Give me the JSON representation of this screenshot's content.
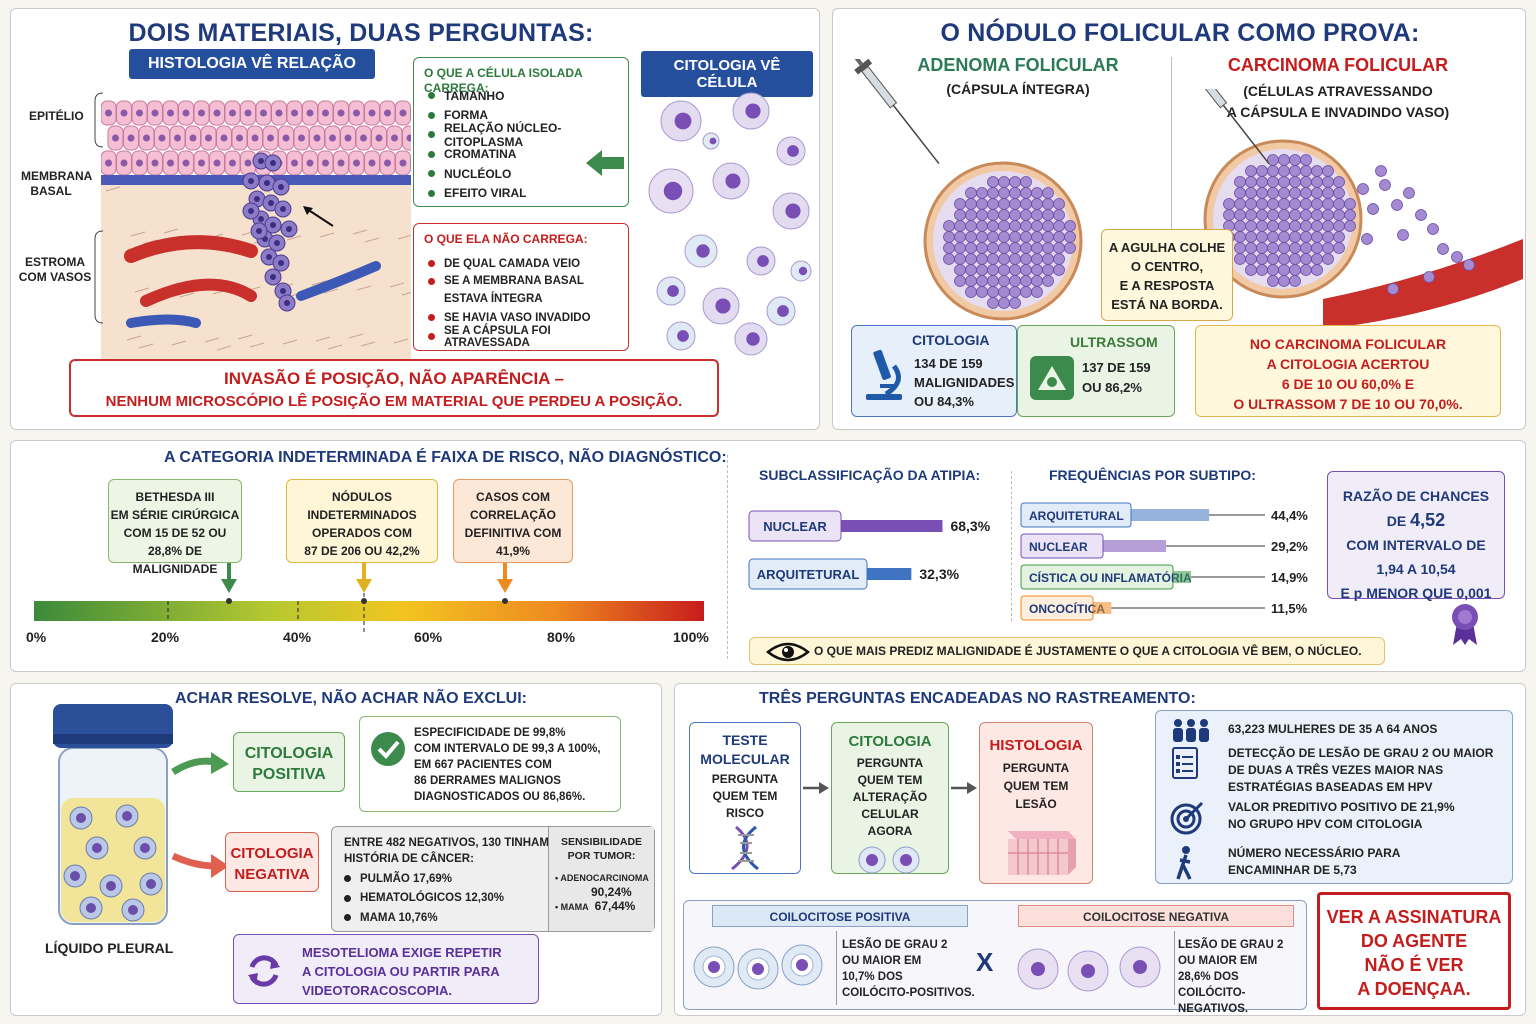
{
  "p1": {
    "title": "DOIS MATERIAIS, DUAS PERGUNTAS:",
    "histo_tag": "HISTOLOGIA VÊ RELAÇÃO",
    "cito_tag": "CITOLOGIA VÊ CÉLULA",
    "labels": {
      "epitelio": "EPITÉLIO",
      "membrana1": "MEMBRANA",
      "membrana2": "BASAL",
      "estroma1": "ESTROMA",
      "estroma2": "COM VASOS"
    },
    "carrega_title": "O QUE A CÉLULA ISOLADA CARREGA:",
    "carrega": [
      "TAMANHO",
      "FORMA",
      "RELAÇÃO NÚCLEO-CITOPLASMA",
      "CROMATINA",
      "NUCLÉOLO",
      "EFEITO VIRAL"
    ],
    "nao_title": "O QUE ELA NÃO CARREGA:",
    "nao": [
      "DE QUAL CAMADA VEIO",
      "SE A MEMBRANA BASAL",
      "ESTAVA ÍNTEGRA",
      "SE HAVIA VASO INVADIDO",
      "SE A CÁPSULA FOI ATRAVESSADA"
    ],
    "banner1": "INVASÃO É POSIÇÃO, NÃO APARÊNCIA –",
    "banner2": "NENHUM MICROSCÓPIO LÊ POSIÇÃO EM MATERIAL QUE PERDEU A POSIÇÃO."
  },
  "p2": {
    "title": "O NÓDULO FOLICULAR COMO PROVA:",
    "adenoma": "ADENOMA FOLICULAR",
    "adenoma_sub": "(CÁPSULA ÍNTEGRA)",
    "carcinoma": "CARCINOMA FOLICULAR",
    "carcinoma_sub1": "(CÉLULAS ATRAVESSANDO",
    "carcinoma_sub2": "A CÁPSULA E INVADINDO VASO)",
    "agulha": [
      "A AGULHA COLHE",
      "O CENTRO,",
      "E A RESPOSTA",
      "ESTÁ NA BORDA."
    ],
    "cito_title": "CITOLOGIA",
    "cito_lines": [
      "134 DE 159",
      "MALIGNIDADES",
      "OU 84,3%"
    ],
    "us_title": "ULTRASSOM",
    "us_lines": [
      "137 DE 159",
      "OU 86,2%"
    ],
    "carc_lines": [
      "NO CARCINOMA FOLICULAR",
      "A CITOLOGIA ACERTOU",
      "6 DE 10 OU 60,0% E",
      "O ULTRASSOM 7 DE 10 OU 70,0%."
    ]
  },
  "p3": {
    "title": "A CATEGORIA INDETERMINADA É FAIXA DE RISCO, NÃO DIAGNÓSTICO:",
    "callout1": [
      "BETHESDA III",
      "EM SÉRIE CIRÚRGICA",
      "COM 15 DE 52 OU",
      "28,8% DE MALIGNIDADE"
    ],
    "callout2": [
      "NÓDULOS",
      "INDETERMINADOS",
      "OPERADOS COM",
      "87 DE 206 OU 42,2%"
    ],
    "callout3": [
      "CASOS COM",
      "CORRELAÇÃO",
      "DEFINITIVA COM",
      "41,9%"
    ],
    "ticks": [
      "0%",
      "20%",
      "40%",
      "60%",
      "80%",
      "100%"
    ],
    "sub_title": "SUBCLASSIFICAÇÃO DA ATIPIA:",
    "freq_title": "FREQUÊNCIAS POR SUBTIPO:",
    "odds": [
      "RAZÃO DE CHANCES",
      "DE",
      "4,52",
      "COM INTERVALO DE",
      "1,94 A 10,54",
      "E p MENOR QUE 0,001"
    ],
    "eye_text": "O QUE MAIS PREDIZ MALIGNIDADE É JUSTAMENTE O QUE A CITOLOGIA VÊ BEM, O NÚCLEO.",
    "colors": {
      "nuclear": "#7a4fb5",
      "arquitetural": "#3f74c2",
      "cistica": "#3c9a48",
      "oncocitica": "#ef8a1f"
    }
  },
  "chart_data": [
    {
      "type": "bar",
      "title": "SUBCLASSIFICAÇÃO DA ATIPIA:",
      "categories": [
        "NUCLEAR",
        "ARQUITETURAL"
      ],
      "values": [
        68.3,
        32.3
      ],
      "labels": [
        "68,3%",
        "32,3%"
      ],
      "xlim": [
        0,
        100
      ]
    },
    {
      "type": "bar",
      "title": "FREQUÊNCIAS POR SUBTIPO:",
      "categories": [
        "ARQUITETURAL",
        "NUCLEAR",
        "CÍSTICA OU INFLAMATÓRIA",
        "ONCOCÍTICA"
      ],
      "values": [
        44.4,
        29.2,
        14.9,
        11.5
      ],
      "labels": [
        "44,4%",
        "29,2%",
        "14,9%",
        "11,5%"
      ],
      "xlim": [
        0,
        100
      ]
    }
  ],
  "p4": {
    "title": "ACHAR RESOLVE, NÃO ACHAR NÃO EXCLUI:",
    "jar_label": "LÍQUIDO PLEURAL",
    "pos1": "CITOLOGIA",
    "pos2": "POSITIVA",
    "pos_text": [
      "ESPECIFICIDADE DE 99,8%",
      "COM INTERVALO DE 99,3 A 100%,",
      "EM 667 PACIENTES COM",
      "86 DERRAMES MALIGNOS",
      "DIAGNOSTICADOS OU 86,86%."
    ],
    "neg1": "CITOLOGIA",
    "neg2": "NEGATIVA",
    "neg_text": [
      "ENTRE 482 NEGATIVOS, 130 TINHAM",
      "HISTÓRIA DE CÂNCER:"
    ],
    "neg_list": [
      "PULMÃO 17,69%",
      "HEMATOLÓGICOS 12,30%",
      "MAMA 10,76%"
    ],
    "sens_title": [
      "SENSIBILIDADE",
      "POR TUMOR:"
    ],
    "sens": [
      {
        "name": "ADENOCARCINOMA",
        "value": "90,24%"
      },
      {
        "name": "MAMA",
        "value": "67,44%"
      }
    ],
    "meso": [
      "MESOTELIOMA EXIGE REPETIR",
      "A CITOLOGIA OU PARTIR PARA",
      "VIDEOTORACOSCOPIA."
    ]
  },
  "p5": {
    "title": "TRÊS PERGUNTAS ENCADEADAS NO RASTREAMENTO:",
    "step1": [
      "TESTE",
      "MOLECULAR"
    ],
    "step1_sub": [
      "PERGUNTA",
      "QUEM TEM",
      "RISCO"
    ],
    "step2": [
      "CITOLOGIA"
    ],
    "step2_sub": [
      "PERGUNTA",
      "QUEM TEM",
      "ALTERAÇÃO",
      "CELULAR",
      "AGORA"
    ],
    "step3": [
      "HISTOLOGIA"
    ],
    "step3_sub": [
      "PERGUNTA",
      "QUEM TEM",
      "LESÃO"
    ],
    "stats": [
      {
        "icon": "people-icon",
        "lines": [
          "63,223 MULHERES DE 35 A 64 ANOS"
        ]
      },
      {
        "icon": "checklist-icon",
        "lines": [
          "DETECÇÃO DE LESÃO DE GRAU 2 OU MAIOR",
          "DE DUAS A TRÊS VEZES MAIOR NAS",
          "ESTRATÉGIAS BASEADAS EM HPV"
        ]
      },
      {
        "icon": "target-icon",
        "lines": [
          "VALOR PREDITIVO POSITIVO DE 21,9%",
          "NO GRUPO HPV COM CITOLOGIA"
        ]
      },
      {
        "icon": "walker-icon",
        "lines": [
          "NÚMERO NECESSÁRIO PARA",
          "ENCAMINHAR DE 5,73"
        ]
      }
    ],
    "koi_pos": "COILOCITOSE POSITIVA",
    "koi_pos_text": [
      "LESÃO DE GRAU 2",
      "OU MAIOR EM",
      "10,7% DOS",
      "COILÓCITO-POSITIVOS."
    ],
    "x": "X",
    "koi_neg": "COILOCITOSE NEGATIVA",
    "koi_neg_text": [
      "LESÃO DE GRAU 2",
      "OU MAIOR EM",
      "28,6% DOS",
      "COILÓCITO-NEGATIVOS."
    ],
    "final": [
      "VER A ASSINATURA",
      "DO AGENTE",
      "NÃO É VER",
      "A DOENÇAA."
    ]
  }
}
